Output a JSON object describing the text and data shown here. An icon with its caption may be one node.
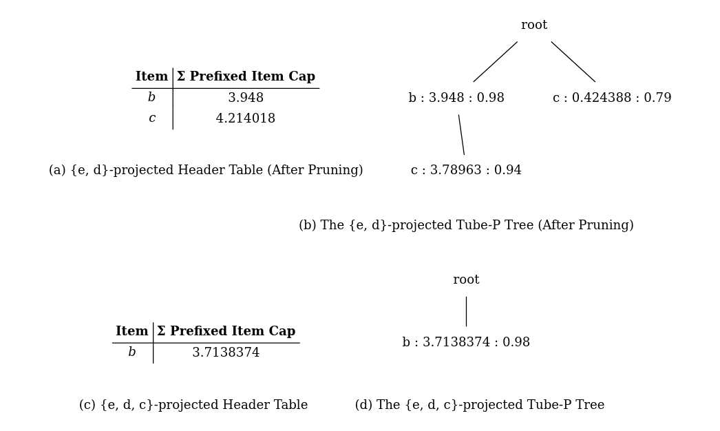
{
  "diagram": {
    "nodes": [
      {
        "text": [
          "root"
        ]
      },
      {
        "text": [
          "b : 3.948 : 0.98"
        ]
      },
      {
        "text": [
          "c : 0.424388 : 0.79"
        ]
      },
      {
        "text": [
          "c : 3.78963 : 0.94"
        ]
      },
      {
        "text": [
          "root"
        ]
      },
      {
        "text": [
          "b : 3.7138374 : 0.98"
        ]
      }
    ],
    "edges": [
      {
        "from": 0,
        "to": 1,
        "arrow": "none"
      },
      {
        "from": 0,
        "to": 2,
        "arrow": "none"
      },
      {
        "from": 1,
        "to": 3,
        "arrow": "none"
      },
      {
        "from": 4,
        "to": 5,
        "arrow": "none"
      }
    ],
    "labels": [
      "Item",
      "Σ Prefixed Item Cap",
      "b",
      "3.948",
      "c",
      "4.214018",
      "(a) {e, d}-projected Header Table (After Pruning)",
      "(b) The {e, d}-projected Tube-P Tree (After Pruning)",
      "Item",
      "Σ Prefixed Item Cap",
      "b",
      "3.7138374",
      "(c) {e, d, c}-projected Header Table",
      "(d) The {e, d, c}-projected Tube-P Tree"
    ]
  }
}
